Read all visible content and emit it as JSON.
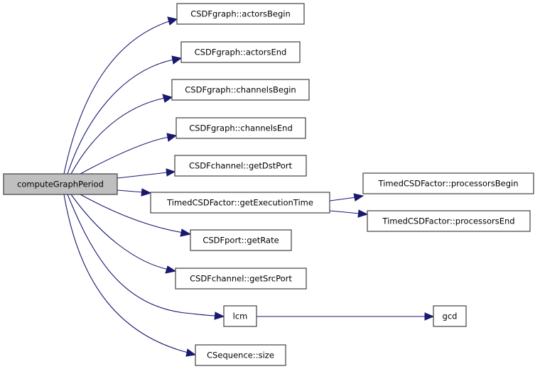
{
  "diagram": {
    "type": "call-graph",
    "root": "computeGraphPeriod",
    "edge_color": "#191970",
    "root_fill": "#bfbfbf",
    "node_fill": "#ffffff",
    "nodes": [
      {
        "id": "computeGraphPeriod",
        "label": "computeGraphPeriod",
        "root": true
      },
      {
        "id": "actorsBegin",
        "label": "CSDFgraph::actorsBegin"
      },
      {
        "id": "actorsEnd",
        "label": "CSDFgraph::actorsEnd"
      },
      {
        "id": "channelsBegin",
        "label": "CSDFgraph::channelsBegin"
      },
      {
        "id": "channelsEnd",
        "label": "CSDFgraph::channelsEnd"
      },
      {
        "id": "getDstPort",
        "label": "CSDFchannel::getDstPort"
      },
      {
        "id": "getExecutionTime",
        "label": "TimedCSDFactor::getExecutionTime"
      },
      {
        "id": "processorsBegin",
        "label": "TimedCSDFactor::processorsBegin"
      },
      {
        "id": "processorsEnd",
        "label": "TimedCSDFactor::processorsEnd"
      },
      {
        "id": "getRate",
        "label": "CSDFport::getRate"
      },
      {
        "id": "getSrcPort",
        "label": "CSDFchannel::getSrcPort"
      },
      {
        "id": "lcm",
        "label": "lcm"
      },
      {
        "id": "gcd",
        "label": "gcd"
      },
      {
        "id": "size",
        "label": "CSequence::size"
      }
    ],
    "edges": [
      {
        "from": "computeGraphPeriod",
        "to": "actorsBegin"
      },
      {
        "from": "computeGraphPeriod",
        "to": "actorsEnd"
      },
      {
        "from": "computeGraphPeriod",
        "to": "channelsBegin"
      },
      {
        "from": "computeGraphPeriod",
        "to": "channelsEnd"
      },
      {
        "from": "computeGraphPeriod",
        "to": "getDstPort"
      },
      {
        "from": "computeGraphPeriod",
        "to": "getExecutionTime"
      },
      {
        "from": "computeGraphPeriod",
        "to": "getRate"
      },
      {
        "from": "computeGraphPeriod",
        "to": "getSrcPort"
      },
      {
        "from": "computeGraphPeriod",
        "to": "lcm"
      },
      {
        "from": "computeGraphPeriod",
        "to": "size"
      },
      {
        "from": "getExecutionTime",
        "to": "processorsBegin"
      },
      {
        "from": "getExecutionTime",
        "to": "processorsEnd"
      },
      {
        "from": "lcm",
        "to": "gcd"
      }
    ]
  }
}
